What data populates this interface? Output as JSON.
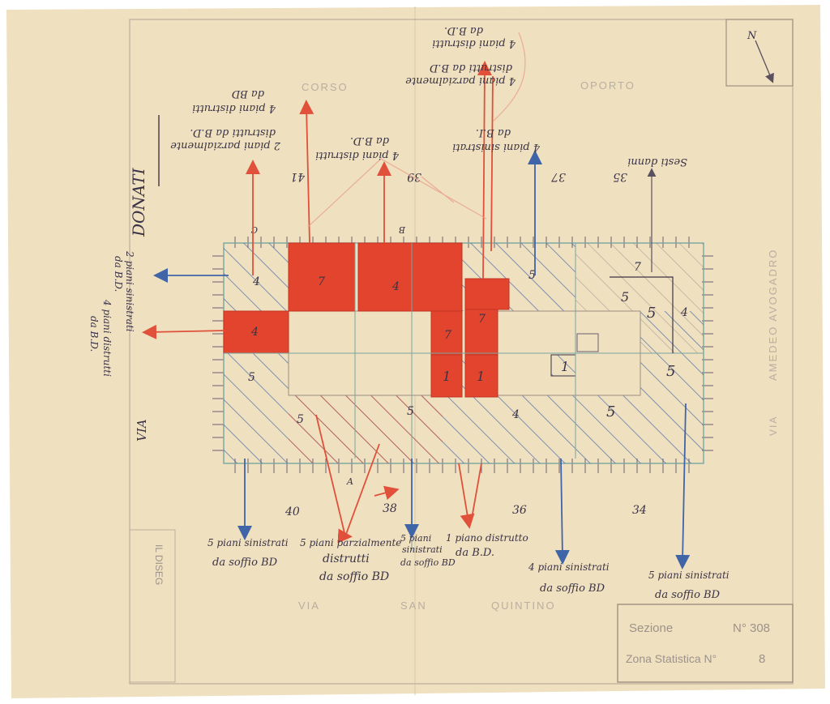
{
  "streets": {
    "top": "CORSO",
    "top_right": "OPORTO",
    "left_name": "DONATI",
    "left_prefix": "VIA",
    "right_name": "AMEDEO AVOGADRO",
    "right_prefix": "VIA",
    "bottom_1": "VIA",
    "bottom_2": "SAN",
    "bottom_3": "QUINTINO"
  },
  "numbers": {
    "n41": "41",
    "n39": "39",
    "n37": "37",
    "n35": "35",
    "n40": "40",
    "n38": "38",
    "n36": "36",
    "n34": "34"
  },
  "markers": {
    "c": "C",
    "b": "B",
    "a": "A"
  },
  "floor_labels": {
    "f4": "4",
    "f5": "5",
    "f7": "7",
    "f1": "1",
    "right_block": "7"
  },
  "notes": {
    "top_left_1": "4 piani distrutti",
    "top_left_2": "da BD",
    "top_left_3": "2 piani parzialmente",
    "top_left_4": "distrutti da B.D.",
    "top_mid_1": "4 piani distrutti",
    "top_mid_2": "da B.D.",
    "top_center_1": "4 piani parzialmente",
    "top_center_2": "distrutti da B.D",
    "top_center_3": "4 piani distrutti",
    "top_center_4": "da B.D.",
    "top_right_1": "4 piani sinistrati",
    "top_right_2": "da B.I.",
    "top_far_right": "Sesti danni",
    "left_1": "2 piani sinistrati",
    "left_2": "da B.D.",
    "left_3": "4 piani distrutti",
    "left_4": "da B.D.",
    "bottom_1_line1": "5 piani sinistrati",
    "bottom_1_line2": "da soffio BD",
    "bottom_2_line1": "5 piani parzialmente",
    "bottom_2_line2": "distrutti",
    "bottom_2_line3": "da soffio BD",
    "bottom_3_line1": "5 piani",
    "bottom_3_line2": "sinistrati",
    "bottom_3_line3": "da soffio BD",
    "bottom_4_line1": "1 piano distrutto",
    "bottom_4_line2": "da B.D.",
    "bottom_5_line1": "4 piani sinistrati",
    "bottom_5_line2": "da soffio BD",
    "bottom_6_line1": "5 piani sinistrati",
    "bottom_6_line2": "da soffio BD"
  },
  "stamp": {
    "sezione_label": "Sezione",
    "sezione_number": "N° 308",
    "zona_label": "Zona Statistica N°",
    "zona_number": "8"
  },
  "side_margin_text": "IL DISEG",
  "compass_letter": "N",
  "colors": {
    "paper": "#efe0bf",
    "destroyed": "#e2442e",
    "blue_ink": "#3f64a8",
    "red_ink": "#e0503a",
    "pencil": "#4a4150"
  }
}
